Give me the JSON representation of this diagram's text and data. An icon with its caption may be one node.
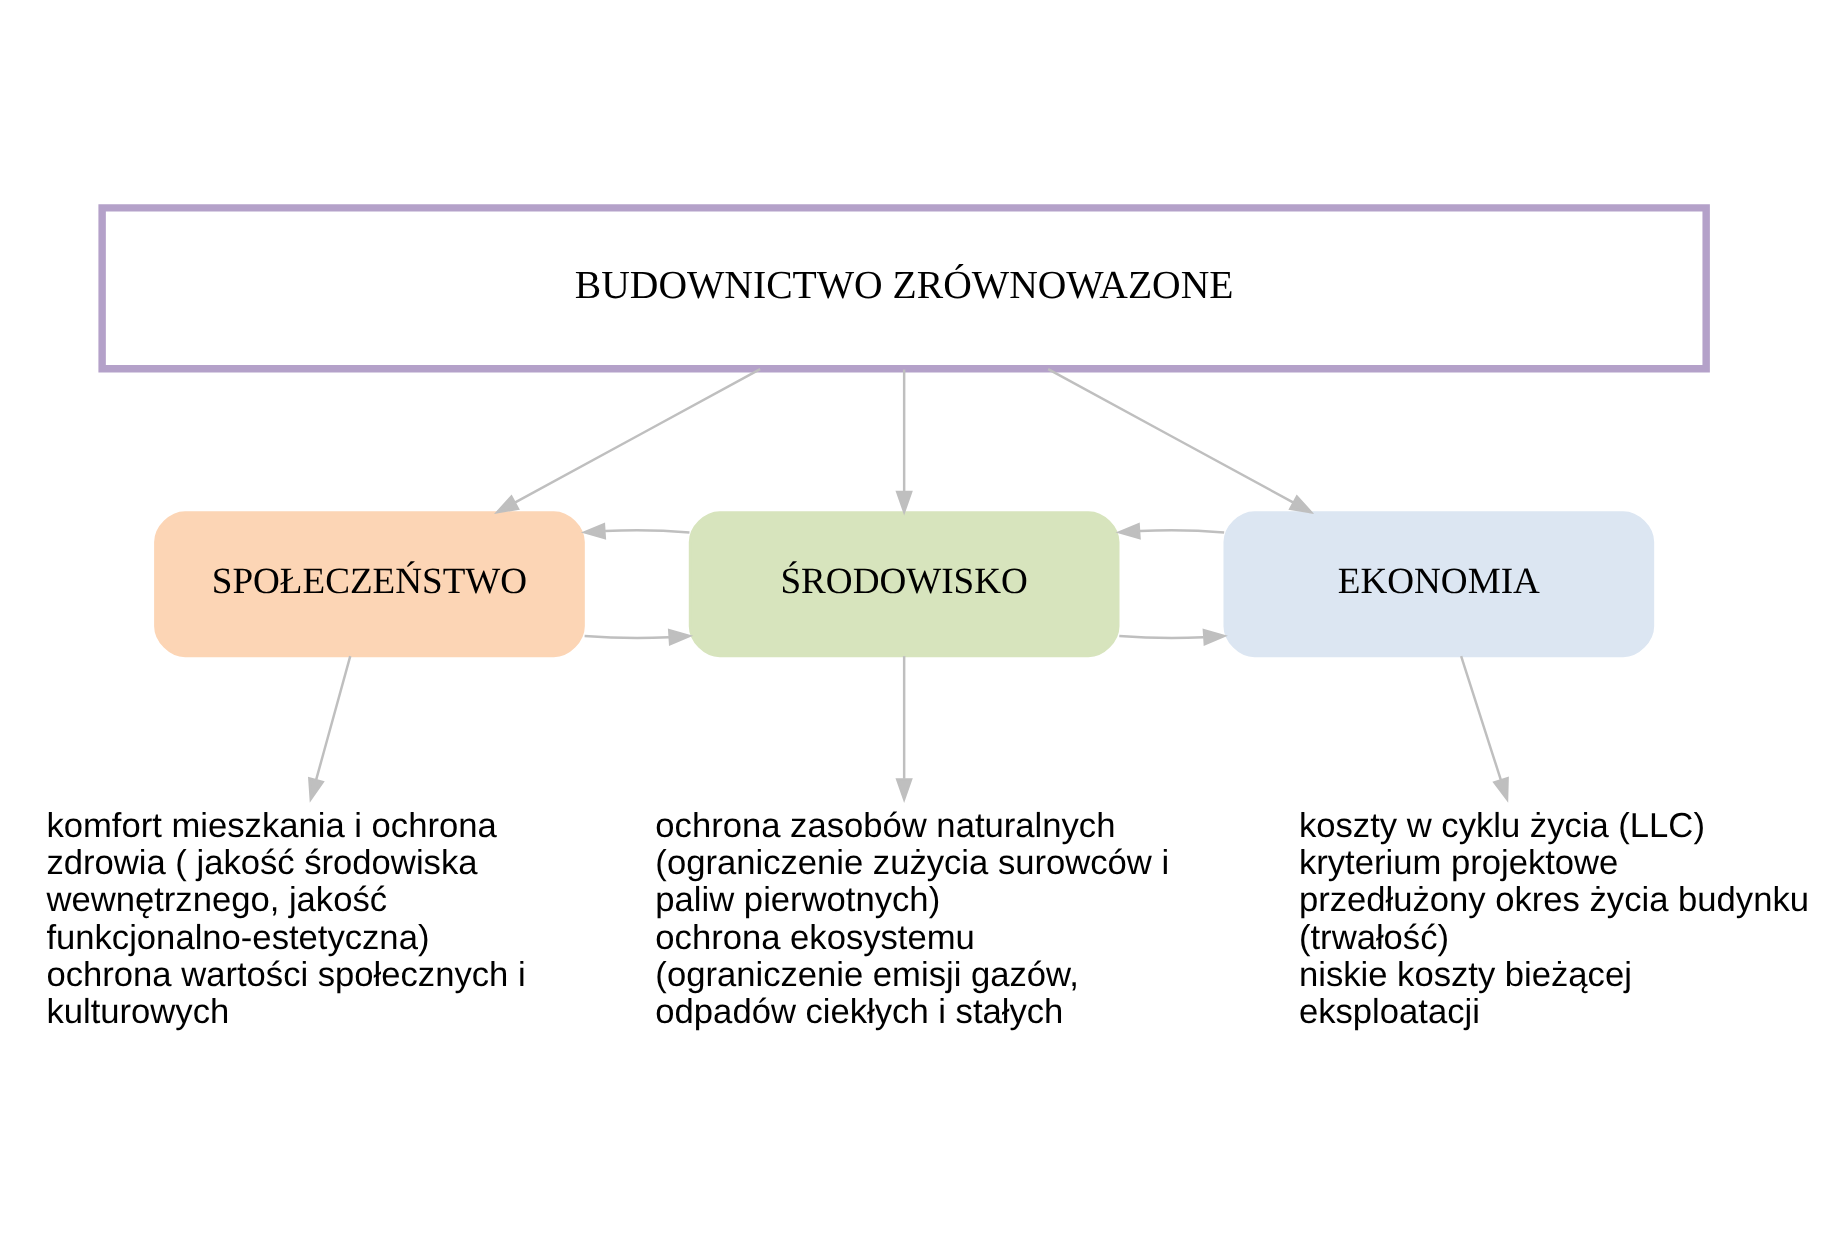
{
  "diagram": {
    "nodes": [
      {
        "text": [
          "BUDOWNICTWO ZRÓWNOWAZONE"
        ]
      },
      {
        "text": [
          "EKONOMIA"
        ]
      },
      {
        "text": [
          "ŚRODOWISKO"
        ]
      },
      {
        "text": [
          "SPOŁECZEŃSTWO"
        ]
      },
      {
        "text": [
          "koszty w cyklu życia (LLC) kryterium projektowe",
          "przedłużony okres życia budynku (trwałość)",
          "niskie koszty bieżącej eksploatacji"
        ]
      },
      {
        "text": [
          "ochrona zasobów naturalnych",
          "(ograniczenie zużycia surowców i paliw pierwotnych)",
          "ochrona ekosystemu",
          "(ograniczenie emisji gazów, odpadów ciekłych i stałych"
        ]
      },
      {
        "text": [
          "komfort mieszkania i ochrona zdrowia ( jakość środowiska wewnętrznego, jakość funkcjonalno-estetyczna)",
          "ochrona wartości społecznych i kulturowych"
        ]
      }
    ],
    "edges": [
      {
        "from": 0,
        "to": 1,
        "arrow": "to"
      },
      {
        "from": 0,
        "to": 2,
        "arrow": "to"
      },
      {
        "from": 0,
        "to": 3,
        "arrow": "to"
      },
      {
        "from": 2,
        "to": 1,
        "arrow": "to"
      },
      {
        "from": 1,
        "to": 2,
        "arrow": "to"
      },
      {
        "from": 3,
        "to": 2,
        "arrow": "to"
      },
      {
        "from": 2,
        "to": 3,
        "arrow": "to"
      },
      {
        "from": 1,
        "to": 4,
        "arrow": "to"
      },
      {
        "from": 2,
        "to": 5,
        "arrow": "to"
      },
      {
        "from": 3,
        "to": 6,
        "arrow": "to"
      }
    ]
  }
}
